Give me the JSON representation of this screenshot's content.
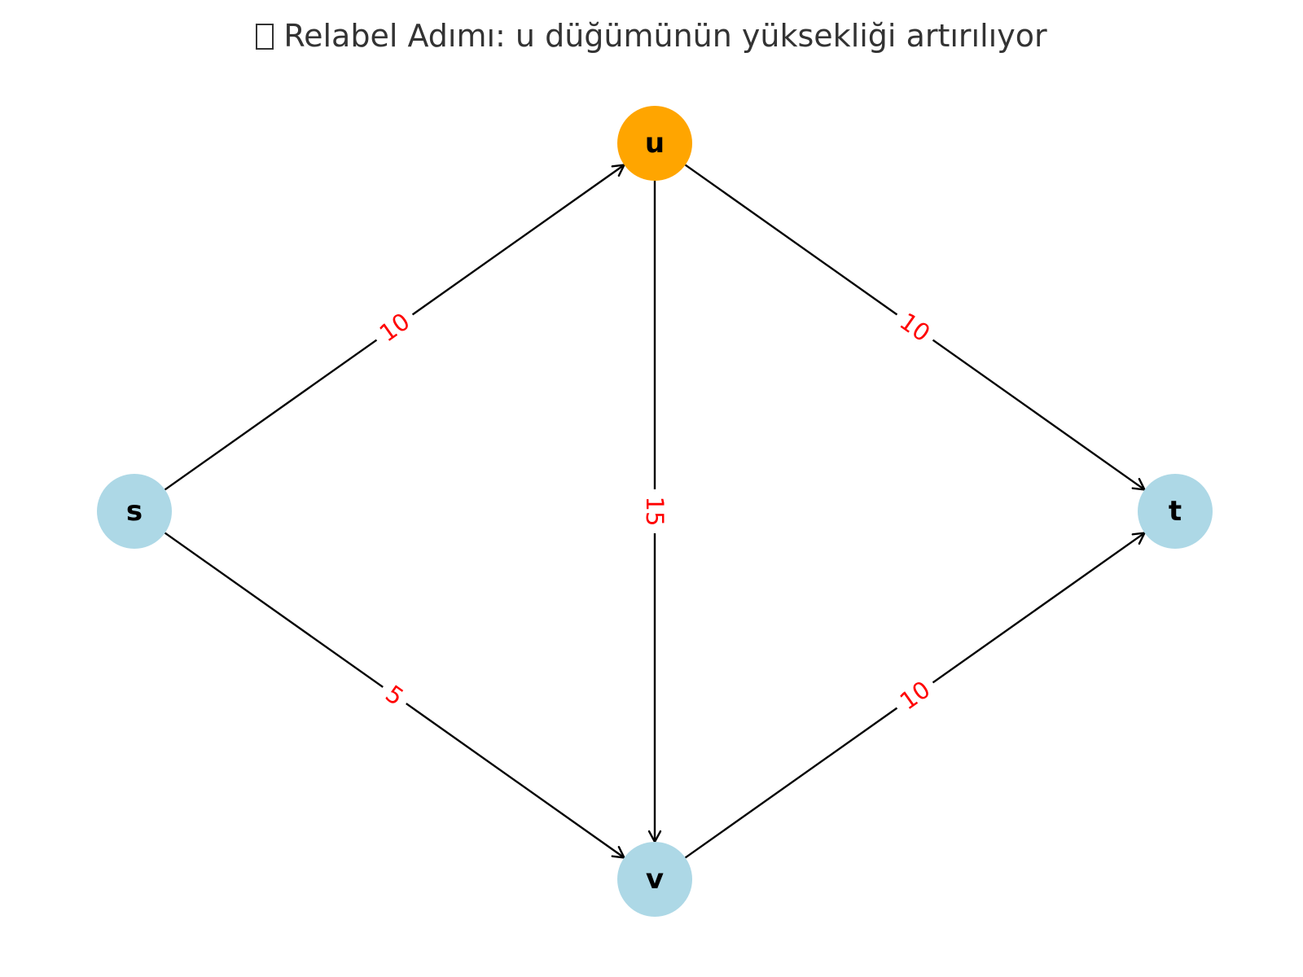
{
  "title": {
    "icon": "box-glyph-icon",
    "text": "Relabel Adımı: u düğümünün yüksekliği artırılıyor"
  },
  "colors": {
    "highlighted_node": "#FFA500",
    "default_node": "#ADD8E6",
    "edge": "#000000",
    "edge_label": "#FF0000",
    "title": "#333333"
  },
  "nodes": [
    {
      "id": "s",
      "label": "s",
      "highlighted": false
    },
    {
      "id": "u",
      "label": "u",
      "highlighted": true
    },
    {
      "id": "v",
      "label": "v",
      "highlighted": false
    },
    {
      "id": "t",
      "label": "t",
      "highlighted": false
    }
  ],
  "edges": [
    {
      "from": "s",
      "to": "u",
      "capacity": "10"
    },
    {
      "from": "s",
      "to": "v",
      "capacity": "5"
    },
    {
      "from": "u",
      "to": "v",
      "capacity": "15"
    },
    {
      "from": "u",
      "to": "t",
      "capacity": "10"
    },
    {
      "from": "v",
      "to": "t",
      "capacity": "10"
    }
  ]
}
